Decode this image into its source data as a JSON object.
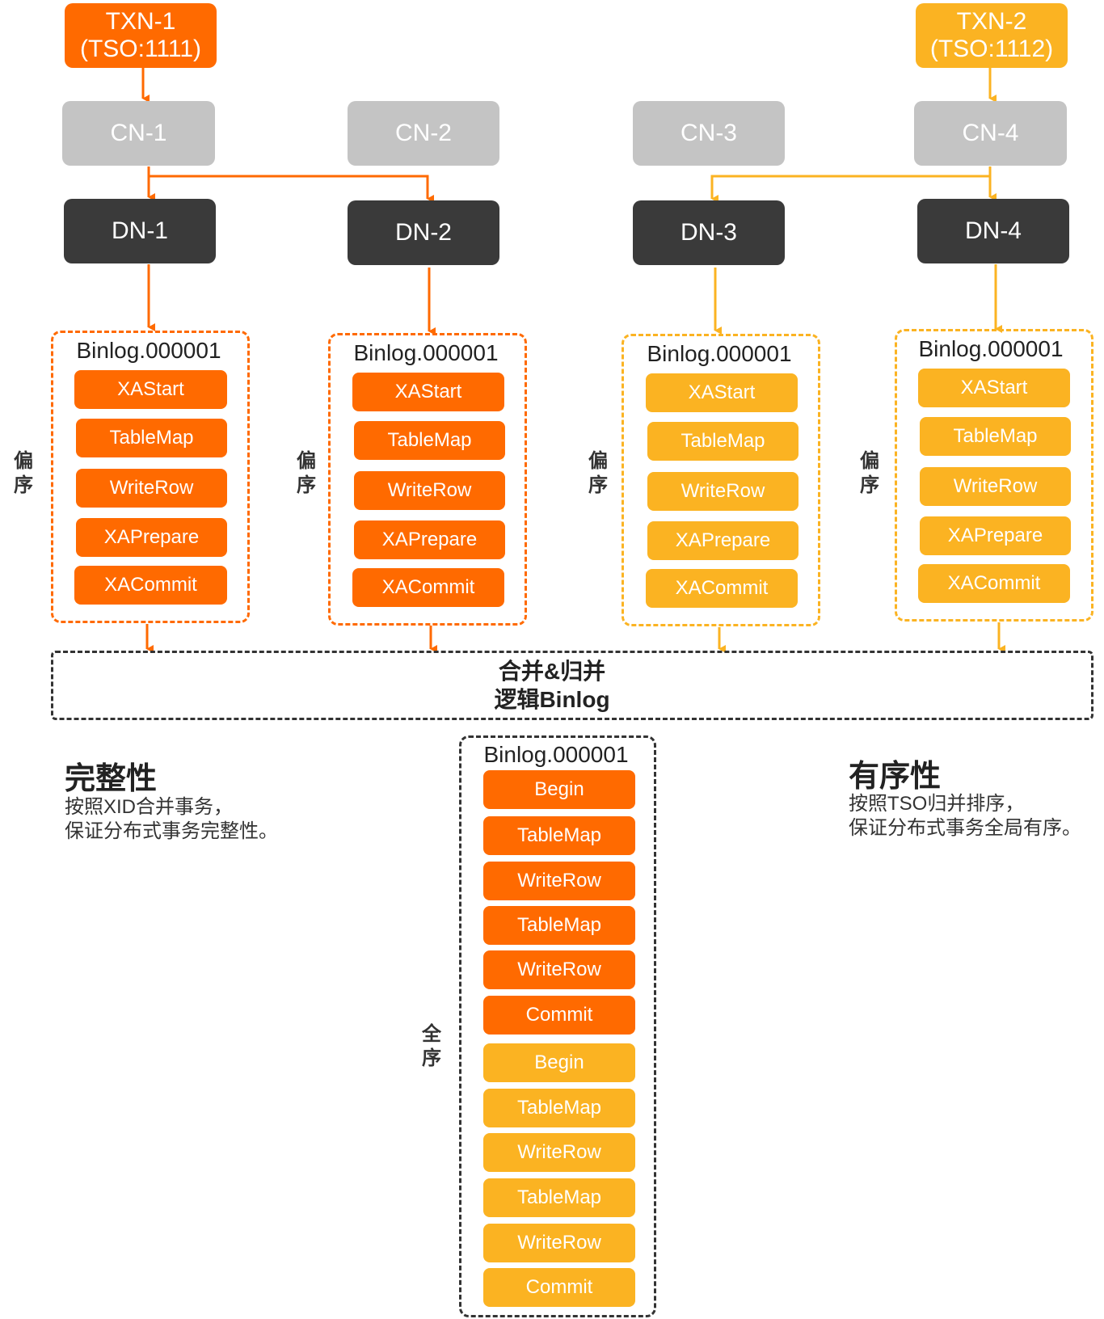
{
  "colors": {
    "orange": "#ff6a00",
    "amber": "#fbb322",
    "cn_gray": "#c4c4c4",
    "dn_dark": "#3a3a3a",
    "dashed_gray": "#333333"
  },
  "transactions": {
    "txn1": {
      "line1": "TXN-1",
      "line2": "(TSO:1111)"
    },
    "txn2": {
      "line1": "TXN-2",
      "line2": "(TSO:1112)"
    }
  },
  "cn_nodes": [
    "CN-1",
    "CN-2",
    "CN-3",
    "CN-4"
  ],
  "dn_nodes": [
    "DN-1",
    "DN-2",
    "DN-3",
    "DN-4"
  ],
  "dn_binlogs": [
    {
      "title": "Binlog.000001",
      "side_label": [
        "偏",
        "序"
      ],
      "events": [
        "XAStart",
        "TableMap",
        "WriteRow",
        "XAPrepare",
        "XACommit"
      ]
    },
    {
      "title": "Binlog.000001",
      "side_label": [
        "偏",
        "序"
      ],
      "events": [
        "XAStart",
        "TableMap",
        "WriteRow",
        "XAPrepare",
        "XACommit"
      ]
    },
    {
      "title": "Binlog.000001",
      "side_label": [
        "偏",
        "序"
      ],
      "events": [
        "XAStart",
        "TableMap",
        "WriteRow",
        "XAPrepare",
        "XACommit"
      ]
    },
    {
      "title": "Binlog.000001",
      "side_label": [
        "偏",
        "序"
      ],
      "events": [
        "XAStart",
        "TableMap",
        "WriteRow",
        "XAPrepare",
        "XACommit"
      ]
    }
  ],
  "merge": {
    "line1": "合并&归并",
    "line2": "逻辑Binlog"
  },
  "global_binlog": {
    "title": "Binlog.000001",
    "side_label": [
      "全",
      "序"
    ],
    "txn1_events": [
      "Begin",
      "TableMap",
      "WriteRow",
      "TableMap",
      "WriteRow",
      "Commit"
    ],
    "txn2_events": [
      "Begin",
      "TableMap",
      "WriteRow",
      "TableMap",
      "WriteRow",
      "Commit"
    ]
  },
  "notes": {
    "integrity": {
      "title": "完整性",
      "line1": "按照XID合并事务，",
      "line2": "保证分布式事务完整性。"
    },
    "ordering": {
      "title": "有序性",
      "line1": "按照TSO归并排序，",
      "line2": "保证分布式事务全局有序。"
    }
  }
}
